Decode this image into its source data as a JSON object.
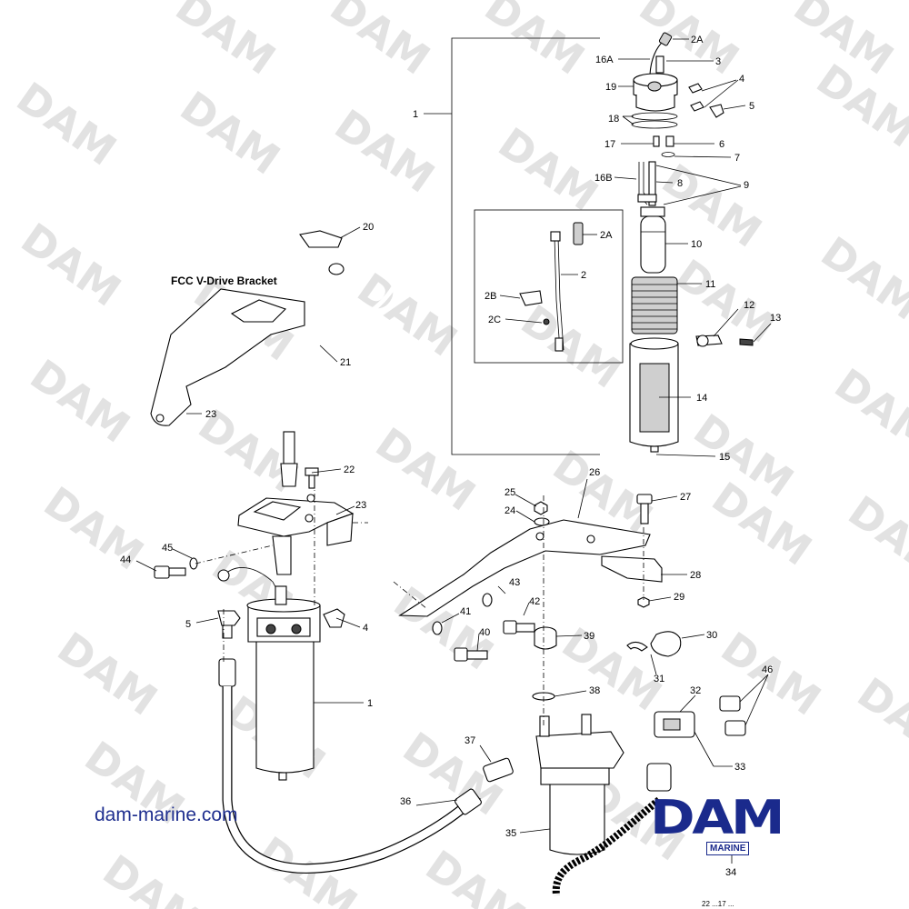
{
  "diagram": {
    "heading": "FCC V-Drive Bracket",
    "website": "dam-marine.com",
    "logo": {
      "main": "DAM",
      "sub": "MARINE"
    },
    "watermark": "DAM",
    "doc_code": "22 ...17 ..."
  },
  "callouts": [
    {
      "id": "c-2A-top",
      "text": "2A"
    },
    {
      "id": "c-16A",
      "text": "16A"
    },
    {
      "id": "c-3",
      "text": "3"
    },
    {
      "id": "c-19",
      "text": "19"
    },
    {
      "id": "c-4-top",
      "text": "4"
    },
    {
      "id": "c-5-top",
      "text": "5"
    },
    {
      "id": "c-1-top",
      "text": "1"
    },
    {
      "id": "c-18",
      "text": "18"
    },
    {
      "id": "c-17",
      "text": "17"
    },
    {
      "id": "c-6",
      "text": "6"
    },
    {
      "id": "c-7",
      "text": "7"
    },
    {
      "id": "c-16B",
      "text": "16B"
    },
    {
      "id": "c-8",
      "text": "8"
    },
    {
      "id": "c-9",
      "text": "9"
    },
    {
      "id": "c-2A-box",
      "text": "2A"
    },
    {
      "id": "c-10",
      "text": "10"
    },
    {
      "id": "c-2",
      "text": "2"
    },
    {
      "id": "c-11",
      "text": "11"
    },
    {
      "id": "c-2B",
      "text": "2B"
    },
    {
      "id": "c-12",
      "text": "12"
    },
    {
      "id": "c-13",
      "text": "13"
    },
    {
      "id": "c-2C",
      "text": "2C"
    },
    {
      "id": "c-14",
      "text": "14"
    },
    {
      "id": "c-15",
      "text": "15"
    },
    {
      "id": "c-20",
      "text": "20"
    },
    {
      "id": "c-21",
      "text": "21"
    },
    {
      "id": "c-23-top",
      "text": "23"
    },
    {
      "id": "c-22",
      "text": "22"
    },
    {
      "id": "c-23-mid",
      "text": "23"
    },
    {
      "id": "c-45",
      "text": "45"
    },
    {
      "id": "c-44",
      "text": "44"
    },
    {
      "id": "c-5-low",
      "text": "5"
    },
    {
      "id": "c-4-low",
      "text": "4"
    },
    {
      "id": "c-1-low",
      "text": "1"
    },
    {
      "id": "c-26",
      "text": "26"
    },
    {
      "id": "c-25",
      "text": "25"
    },
    {
      "id": "c-24",
      "text": "24"
    },
    {
      "id": "c-27",
      "text": "27"
    },
    {
      "id": "c-28",
      "text": "28"
    },
    {
      "id": "c-43",
      "text": "43"
    },
    {
      "id": "c-29",
      "text": "29"
    },
    {
      "id": "c-41",
      "text": "41"
    },
    {
      "id": "c-42",
      "text": "42"
    },
    {
      "id": "c-40",
      "text": "40"
    },
    {
      "id": "c-39",
      "text": "39"
    },
    {
      "id": "c-30",
      "text": "30"
    },
    {
      "id": "c-31",
      "text": "31"
    },
    {
      "id": "c-46",
      "text": "46"
    },
    {
      "id": "c-32",
      "text": "32"
    },
    {
      "id": "c-38",
      "text": "38"
    },
    {
      "id": "c-37",
      "text": "37"
    },
    {
      "id": "c-33",
      "text": "33"
    },
    {
      "id": "c-36",
      "text": "36"
    },
    {
      "id": "c-35",
      "text": "35"
    },
    {
      "id": "c-34",
      "text": "34"
    }
  ]
}
